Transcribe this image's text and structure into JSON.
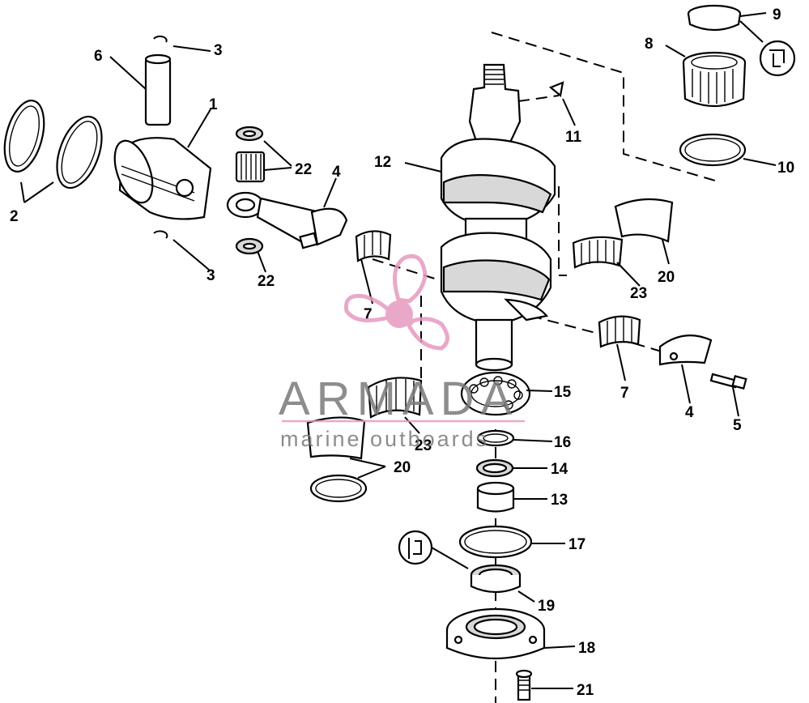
{
  "callouts": [
    {
      "id": "9",
      "text": "9"
    },
    {
      "id": "8",
      "text": "8"
    },
    {
      "id": "6",
      "text": "6"
    },
    {
      "id": "3a",
      "text": "3"
    },
    {
      "id": "1",
      "text": "1"
    },
    {
      "id": "11",
      "text": "11"
    },
    {
      "id": "12",
      "text": "12"
    },
    {
      "id": "22a",
      "text": "22"
    },
    {
      "id": "4a",
      "text": "4"
    },
    {
      "id": "10",
      "text": "10"
    },
    {
      "id": "2",
      "text": "2"
    },
    {
      "id": "3b",
      "text": "3"
    },
    {
      "id": "22b",
      "text": "22"
    },
    {
      "id": "20a",
      "text": "20"
    },
    {
      "id": "23a",
      "text": "23"
    },
    {
      "id": "7a",
      "text": "7"
    },
    {
      "id": "15",
      "text": "15"
    },
    {
      "id": "7b",
      "text": "7"
    },
    {
      "id": "4b",
      "text": "4"
    },
    {
      "id": "5",
      "text": "5"
    },
    {
      "id": "23b",
      "text": "23"
    },
    {
      "id": "16",
      "text": "16"
    },
    {
      "id": "20b",
      "text": "20"
    },
    {
      "id": "14",
      "text": "14"
    },
    {
      "id": "13",
      "text": "13"
    },
    {
      "id": "17",
      "text": "17"
    },
    {
      "id": "19",
      "text": "19"
    },
    {
      "id": "18",
      "text": "18"
    },
    {
      "id": "21",
      "text": "21"
    }
  ],
  "watermark": {
    "brand": "ARMADA",
    "tagline": "marine outboards",
    "accent_color": "#e79ac0",
    "text_color": "#7a7a7a"
  }
}
